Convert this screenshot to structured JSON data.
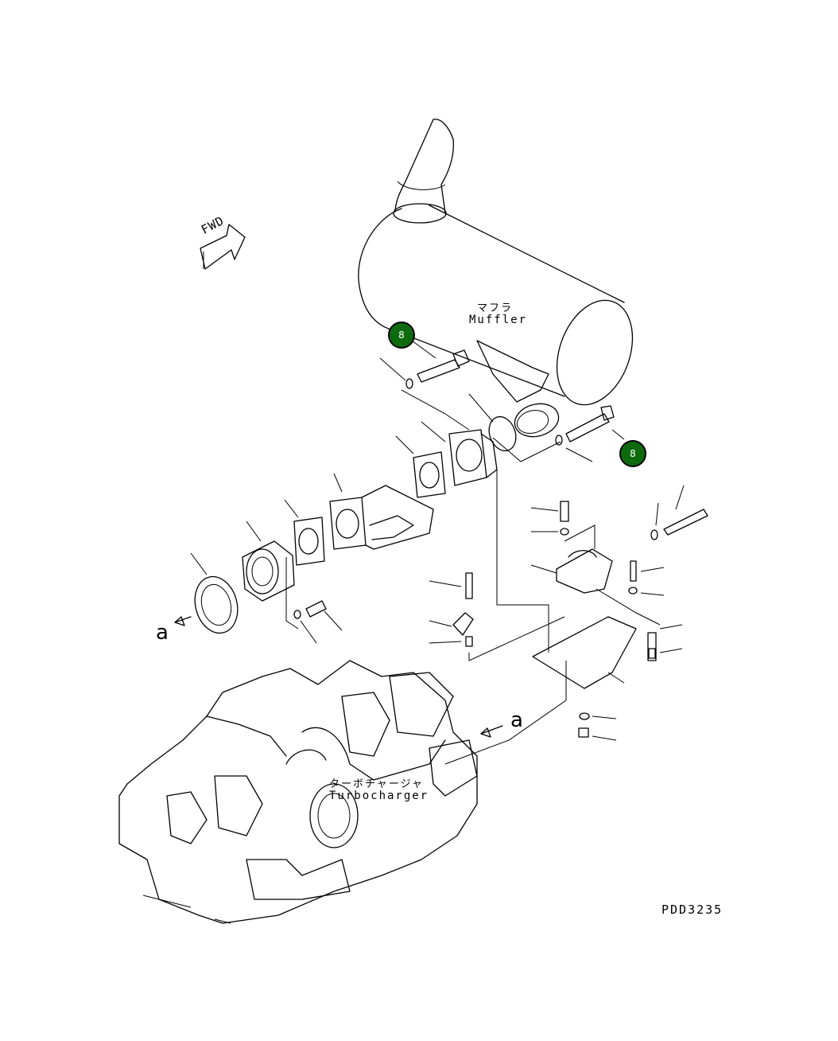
{
  "diagram": {
    "drawing_code": "PDD3235",
    "fwd_label": "FWD",
    "muffler_jp": "マフラ",
    "muffler_en": "Muffler",
    "turbo_jp": "ターボチャージャ",
    "turbo_en": "Turbocharger",
    "ref_a_left": "a",
    "ref_a_right": "a",
    "callouts": [
      {
        "number": "8",
        "color": "#0d6b0d"
      },
      {
        "number": "8",
        "color": "#0d6b0d"
      }
    ]
  }
}
